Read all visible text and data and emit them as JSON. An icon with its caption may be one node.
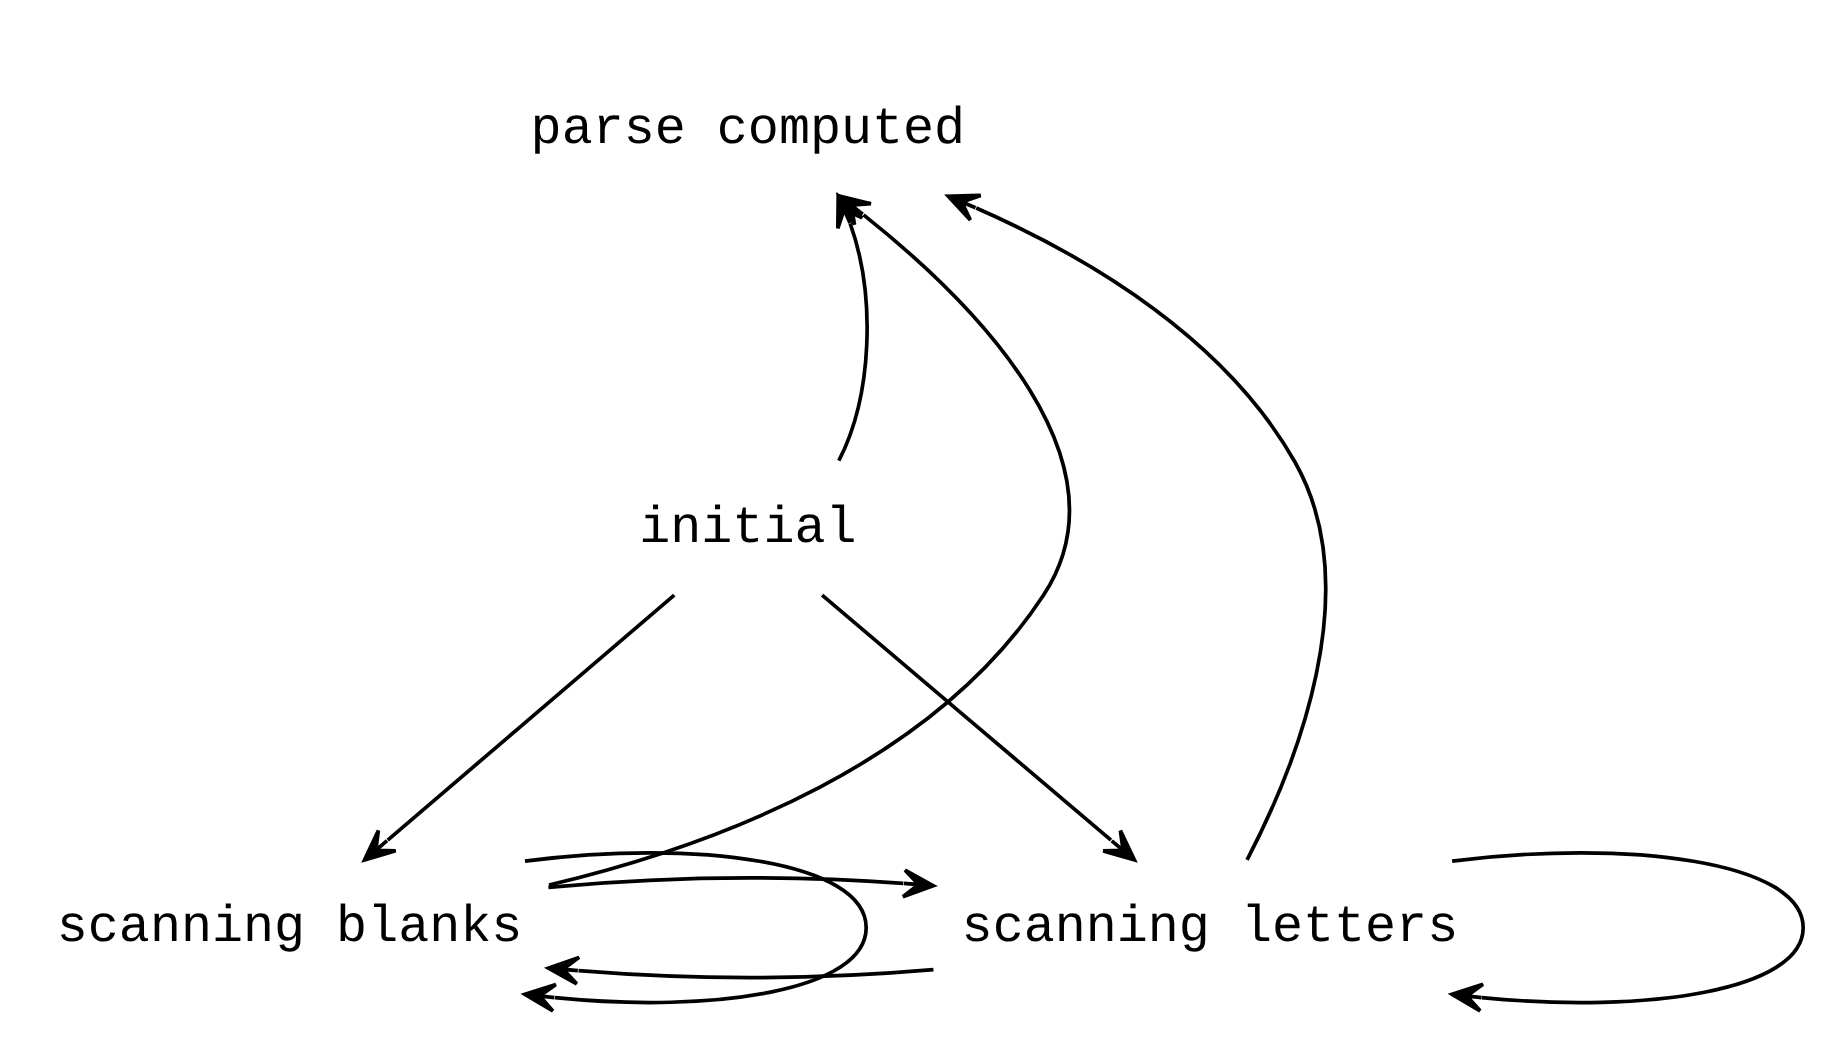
{
  "diagram": {
    "nodes": [
      {
        "text": [
          "parse computed"
        ]
      },
      {
        "text": [
          "initial"
        ]
      },
      {
        "text": [
          "scanning blanks"
        ]
      },
      {
        "text": [
          "scanning letters"
        ]
      }
    ],
    "edges": [
      {
        "from": 1,
        "to": 0,
        "arrow": "to"
      },
      {
        "from": 2,
        "to": 0,
        "arrow": "to"
      },
      {
        "from": 3,
        "to": 0,
        "arrow": "to"
      },
      {
        "from": 1,
        "to": 2,
        "arrow": "to"
      },
      {
        "from": 1,
        "to": 3,
        "arrow": "to"
      },
      {
        "from": 3,
        "to": 2,
        "arrow": "to"
      },
      {
        "from": 2,
        "to": 3,
        "arrow": "to"
      },
      {
        "from": 2,
        "to": 2,
        "arrow": "to"
      },
      {
        "from": 3,
        "to": 3,
        "arrow": "to"
      }
    ]
  }
}
